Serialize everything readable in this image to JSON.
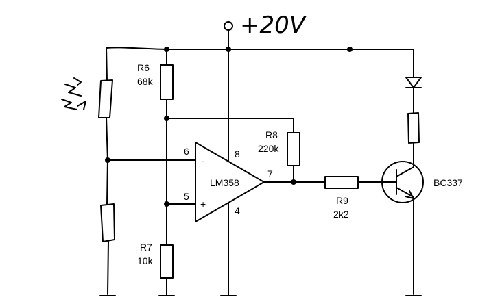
{
  "supply": {
    "label": "+20V"
  },
  "components": {
    "r6": {
      "name": "R6",
      "value": "68k"
    },
    "r7": {
      "name": "R7",
      "value": "10k"
    },
    "r8": {
      "name": "R8",
      "value": "220k"
    },
    "r9": {
      "name": "R9",
      "value": "2k2"
    },
    "opamp": {
      "name": "LM358",
      "pin_minus": "-",
      "pin_plus": "+"
    },
    "transistor": {
      "name": "BC337"
    }
  },
  "pins": {
    "p6": "6",
    "p5": "5",
    "p8": "8",
    "p4": "4",
    "p7": "7"
  }
}
